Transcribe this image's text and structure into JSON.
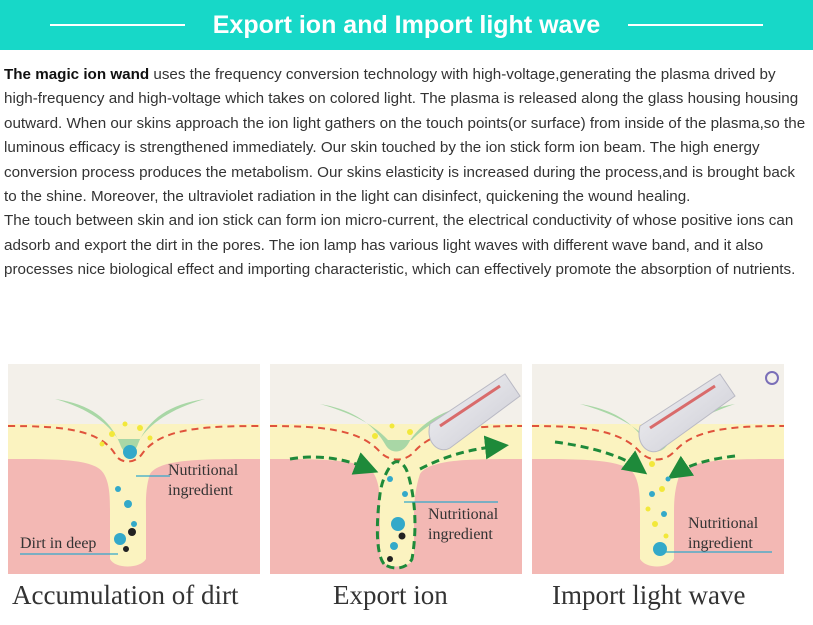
{
  "header": {
    "title": "Export ion and Import light wave"
  },
  "article": {
    "p1_bold": "The magic ion wand",
    "p1_rest": " uses the frequency conversion technology with high-voltage,generating the plasma drived by high-frequency and high-voltage which takes on colored light. The plasma is released along the glass housing housing outward. When our skins approach the ion light gathers on the touch points(or surface) from inside of the plasma,so the luminous efficacy is strengthened immediately. Our skin touched by the ion stick form ion beam. The high energy conversion process produces the metabolism. Our skins elasticity is increased during the process,and is brought back to the shine. Moreover, the ultraviolet radiation in the light can disinfect, quickening the wound healing.",
    "p2": "The touch between skin and ion stick can form ion micro-current, the electrical conductivity of whose positive ions can adsorb and export the dirt in the pores. The ion lamp has various light waves with different wave band, and it also processes nice biological effect and importing characteristic, which can effectively promote the absorption of nutrients."
  },
  "panels": {
    "panel1": {
      "caption": "Accumulation of dirt",
      "label_nutritional_line1": "Nutritional",
      "label_nutritional_line2": "ingredient",
      "label_dirt": "Dirt in deep"
    },
    "panel2": {
      "caption": "Export ion",
      "label_nutritional_line1": "Nutritional",
      "label_nutritional_line2": "ingredient"
    },
    "panel3": {
      "caption": "Import light wave",
      "label_nutritional_line1": "Nutritional",
      "label_nutritional_line2": "ingredient"
    }
  },
  "colors": {
    "banner": "#17d8c8",
    "skin_pink": "#f3b8b4",
    "skin_yellow": "#fbf3c0",
    "surface_green": "#a9d7a6",
    "arrow_green": "#1e8a3a",
    "dash_red": "#e0533c",
    "particle_blue": "#33a9c9"
  }
}
